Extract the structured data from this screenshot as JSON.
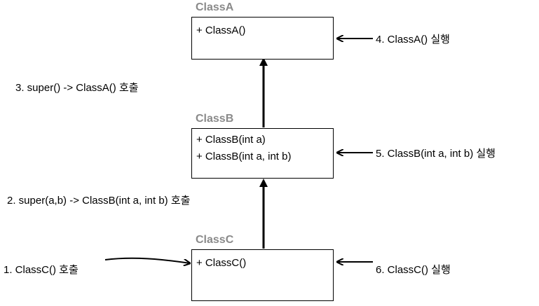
{
  "classes": {
    "a": {
      "title": "ClassA",
      "members": [
        "+ ClassA()"
      ]
    },
    "b": {
      "title": "ClassB",
      "members": [
        "+ ClassB(int a)",
        "+ ClassB(int a, int b)"
      ]
    },
    "c": {
      "title": "ClassC",
      "members": [
        "+ ClassC()"
      ]
    }
  },
  "steps": {
    "s1": "1. ClassC() 호출",
    "s2": "2. super(a,b) -> ClassB(int a, int b) 호출",
    "s3": "3. super() -> ClassA() 호출",
    "s4": "4. ClassA() 실행",
    "s5": "5. ClassB(int a, int b) 실행",
    "s6": "6. ClassC() 실행"
  },
  "colors": {
    "title": "#8a8a8a",
    "line": "#000000"
  }
}
